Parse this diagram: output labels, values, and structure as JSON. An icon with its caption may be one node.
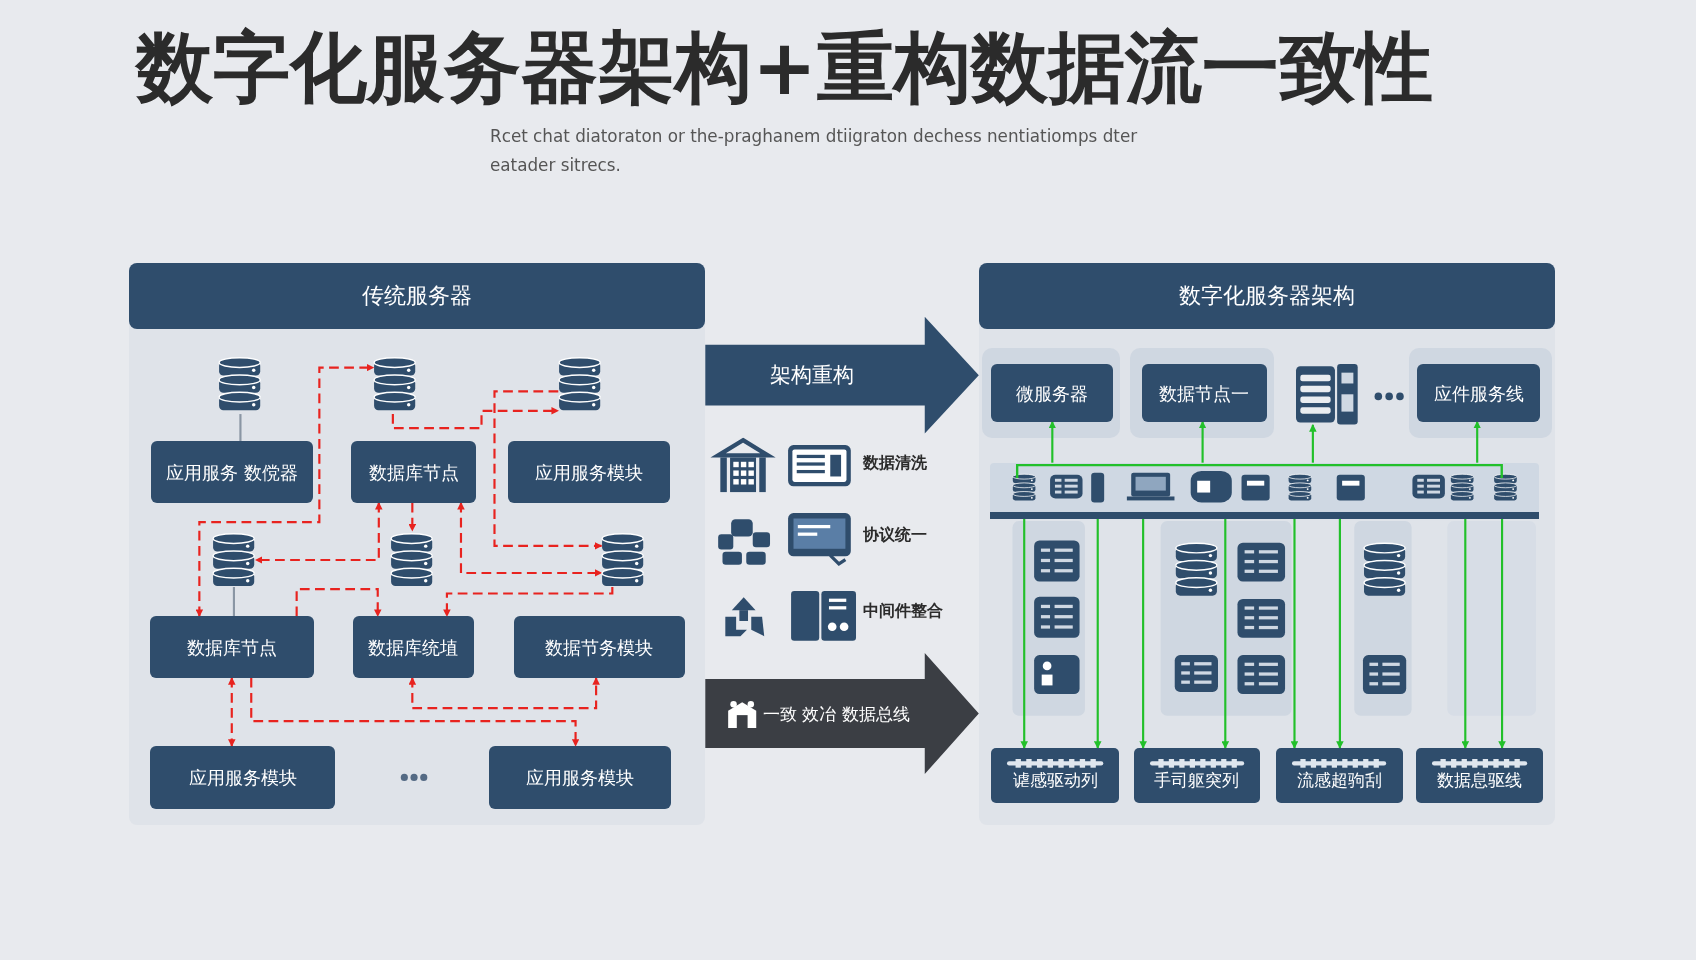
{
  "diagram": {
    "title": "数字化服务器架构+重构数据流一致性",
    "caption": "Rcet chat diatoraton or the-praghanem dtiigraton dechess nentiatiomps dter eatader sitrecs.",
    "nodes": [
      {
        "text": [
          "传统服务器"
        ]
      },
      {
        "text": [],
        "shape": "cylinder",
        "in": 0
      },
      {
        "text": [],
        "shape": "cylinder",
        "in": 0
      },
      {
        "text": [],
        "shape": "cylinder",
        "in": 0
      },
      {
        "text": [
          "应用服务 数傥器"
        ],
        "in": 0
      },
      {
        "text": [
          "数据库节点"
        ],
        "in": 0
      },
      {
        "text": [
          "应用服务模块"
        ],
        "in": 0
      },
      {
        "text": [],
        "shape": "cylinder",
        "in": 0
      },
      {
        "text": [],
        "shape": "cylinder",
        "in": 0
      },
      {
        "text": [],
        "shape": "cylinder",
        "in": 0
      },
      {
        "text": [
          "数据库节点"
        ],
        "in": 0
      },
      {
        "text": [
          "数据库统埴"
        ],
        "in": 0
      },
      {
        "text": [
          "数据节务模块"
        ],
        "in": 0
      },
      {
        "text": [
          "应用服务模块"
        ],
        "in": 0
      },
      {
        "text": [
          "应用服务模块"
        ],
        "in": 0
      },
      {
        "text": [
          "数字化服务器架构"
        ]
      },
      {
        "text": [
          "微服务器"
        ],
        "in": 15
      },
      {
        "text": [
          "数据节点一"
        ],
        "in": 15
      },
      {
        "text": [],
        "shape": "picture",
        "in": 15
      },
      {
        "text": [
          "应件服务线"
        ],
        "in": 15
      },
      {
        "text": [],
        "shape": "bar",
        "in": 15
      },
      {
        "text": [
          "谑感驱动列"
        ],
        "in": 15
      },
      {
        "text": [
          "手司躯突列"
        ],
        "in": 15
      },
      {
        "text": [
          "流感超驹刮"
        ],
        "in": 15
      },
      {
        "text": [
          "数据息驱线"
        ],
        "in": 15
      }
    ],
    "edges": [
      {
        "from": 2,
        "to": 10,
        "arrow": "both",
        "style": "dashed",
        "color": "#e8231f"
      },
      {
        "from": 2,
        "to": 3,
        "arrow": "to",
        "style": "dashed",
        "color": "#e8231f"
      },
      {
        "from": 5,
        "to": 8,
        "arrow": "to",
        "style": "dashed",
        "color": "#e8231f"
      },
      {
        "from": 5,
        "to": 7,
        "arrow": "both",
        "style": "dashed",
        "color": "#e8231f"
      },
      {
        "from": 5,
        "to": 9,
        "arrow": "both",
        "style": "dashed",
        "color": "#e8231f"
      },
      {
        "from": 3,
        "to": 9,
        "arrow": "to",
        "style": "dashed",
        "color": "#e8231f"
      },
      {
        "from": 10,
        "to": 11,
        "arrow": "to",
        "style": "dashed",
        "color": "#e8231f"
      },
      {
        "from": 9,
        "to": 11,
        "arrow": "to",
        "style": "dashed",
        "color": "#e8231f"
      },
      {
        "from": 10,
        "to": 13,
        "arrow": "both",
        "style": "dashed",
        "color": "#e8231f"
      },
      {
        "from": 10,
        "to": 14,
        "arrow": "to",
        "style": "dashed",
        "color": "#e8231f"
      },
      {
        "from": 11,
        "to": 12,
        "arrow": "both",
        "style": "dashed",
        "color": "#e8231f"
      },
      {
        "from": 1,
        "to": 4,
        "arrow": "none",
        "color": "#8a96a4"
      },
      {
        "from": 7,
        "to": 10,
        "arrow": "none",
        "color": "#8a96a4"
      },
      {
        "from": 0,
        "to": 15,
        "arrow": "to",
        "label": "架构重构",
        "style": "thick",
        "color": "#2f4d6c"
      },
      {
        "from": 0,
        "to": 15,
        "arrow": "to",
        "label": "一致 效冶 数据总线",
        "style": "thick",
        "color": "#3b3e44"
      },
      {
        "from": 20,
        "to": 16,
        "arrow": "to"
      },
      {
        "from": 20,
        "to": 17,
        "arrow": "to"
      },
      {
        "from": 20,
        "to": 18,
        "arrow": "to"
      },
      {
        "from": 20,
        "to": 19,
        "arrow": "to"
      },
      {
        "from": 20,
        "to": 21,
        "arrow": "to"
      },
      {
        "from": 20,
        "to": 21,
        "arrow": "to"
      },
      {
        "from": 20,
        "to": 22,
        "arrow": "to"
      },
      {
        "from": 20,
        "to": 22,
        "arrow": "to"
      },
      {
        "from": 20,
        "to": 23,
        "arrow": "to"
      },
      {
        "from": 20,
        "to": 23,
        "arrow": "to"
      },
      {
        "from": 20,
        "to": 24,
        "arrow": "to"
      },
      {
        "from": 20,
        "to": 24,
        "arrow": "to"
      }
    ],
    "labels": [
      "数据清洗",
      "协议统一",
      "中间件整合"
    ]
  }
}
